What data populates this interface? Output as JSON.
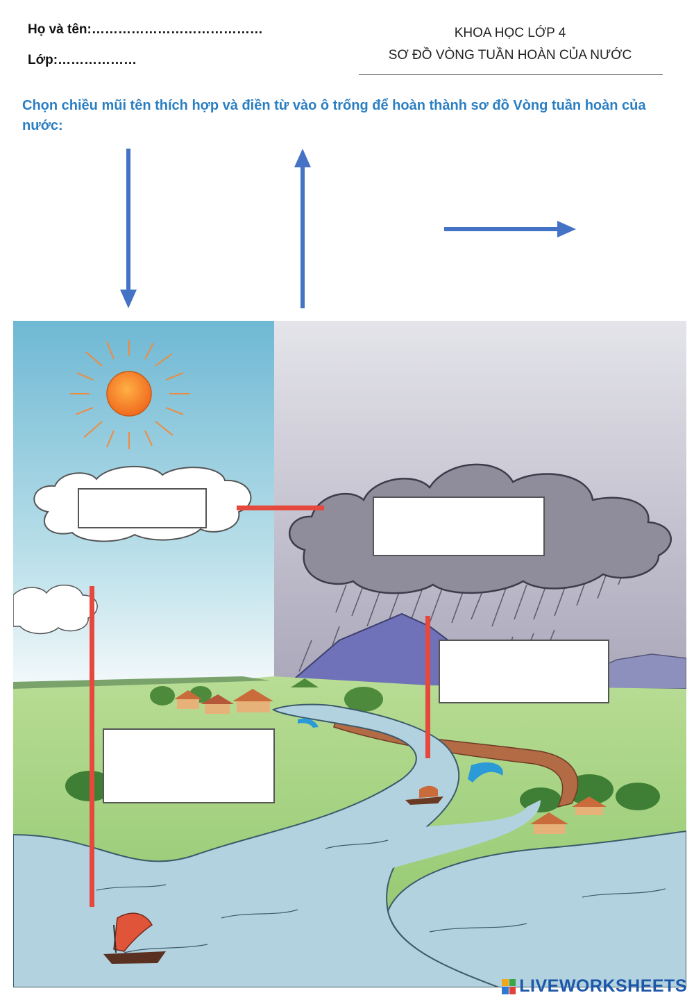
{
  "header": {
    "name_label": "Họ và tên:…………………………………",
    "class_label": "Lớp:………………",
    "subject": "KHOA HỌC LỚP 4",
    "title": "SƠ ĐỒ VÒNG TUẦN HOÀN CỦA NƯỚC"
  },
  "instruction": "Chọn chiều mũi tên thích hợp và điền từ vào ô trống để hoàn thành sơ đồ Vòng tuần hoàn của nước:",
  "arrows": [
    {
      "direction": "down"
    },
    {
      "direction": "up"
    },
    {
      "direction": "right"
    }
  ],
  "answer_boxes": [
    {
      "value": ""
    },
    {
      "value": ""
    },
    {
      "value": ""
    },
    {
      "value": ""
    }
  ],
  "colors": {
    "arrow": "#4472c4",
    "connector": "#e5483d",
    "instruction": "#2a7ec2",
    "brand": "#1d57a8"
  },
  "footer": {
    "brand": "LIVEWORKSHEETS"
  }
}
